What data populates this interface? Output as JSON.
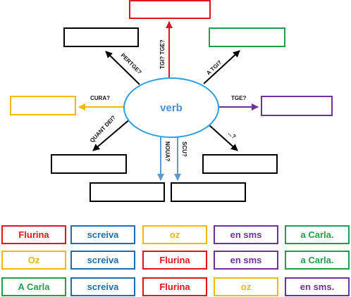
{
  "diagram": {
    "center": "verb",
    "arrows": {
      "up": "TGI?  TGE?",
      "up_left": "PERTGE?",
      "up_right": "A TGI?",
      "left": "CURA?",
      "right": "TGE?",
      "down_left": "QUANT DEI?",
      "down_right": "...?",
      "down_a": "NOUA?",
      "down_b": "SCU?"
    }
  },
  "word_cards": [
    [
      {
        "text": "Flurina",
        "color": "#e0151d"
      },
      {
        "text": "screiva",
        "color": "#1a6fb6"
      },
      {
        "text": "oz",
        "color": "#f2b807"
      },
      {
        "text": "en sms",
        "color": "#7030a0"
      },
      {
        "text": "a Carla.",
        "color": "#21a04a"
      }
    ],
    [
      {
        "text": "Oz",
        "color": "#f2b807"
      },
      {
        "text": "screiva",
        "color": "#1a6fb6"
      },
      {
        "text": "Flurina",
        "color": "#e0151d"
      },
      {
        "text": "en sms",
        "color": "#7030a0"
      },
      {
        "text": "a Carla.",
        "color": "#21a04a"
      }
    ],
    [
      {
        "text": "A Carla",
        "color": "#21a04a"
      },
      {
        "text": "screiva",
        "color": "#1a6fb6"
      },
      {
        "text": "Flurina",
        "color": "#e0151d"
      },
      {
        "text": "oz",
        "color": "#f2b807"
      },
      {
        "text": "en sms.",
        "color": "#7030a0"
      }
    ]
  ],
  "colors": {
    "red": "#e0151d",
    "blue": "#1a6fb6",
    "yellow": "#f2b807",
    "purple": "#7030a0",
    "green": "#21a04a",
    "black": "#000000",
    "ellipse": "#2f9fe0",
    "light_blue_arrow": "#5b9bd5"
  }
}
